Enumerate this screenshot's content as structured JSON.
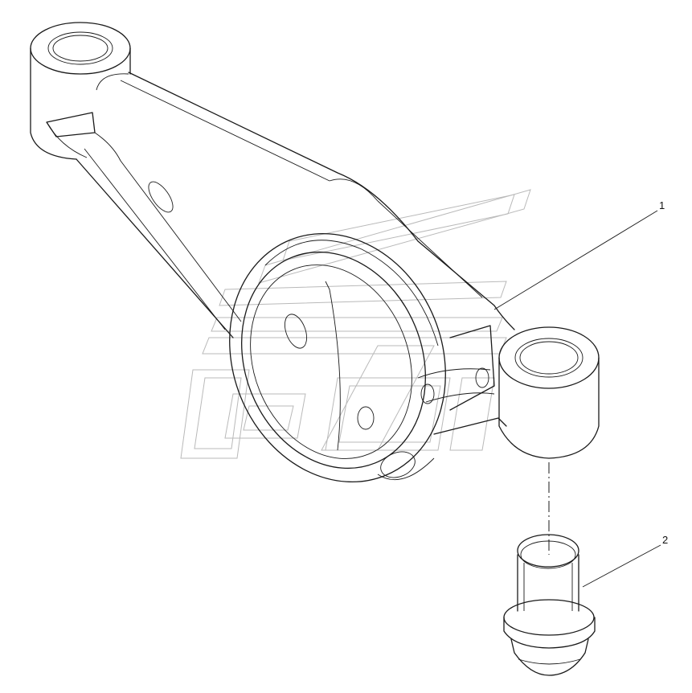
{
  "callouts": [
    {
      "id": "1",
      "label": "1"
    },
    {
      "id": "2",
      "label": "2"
    }
  ],
  "parts": {
    "rocker_arm": "rocker-arm",
    "adjusting_screw": "adjusting-screw"
  },
  "colors": {
    "line": "#1a1a1a",
    "watermark": "#b9b9b9",
    "background": "#ffffff"
  }
}
